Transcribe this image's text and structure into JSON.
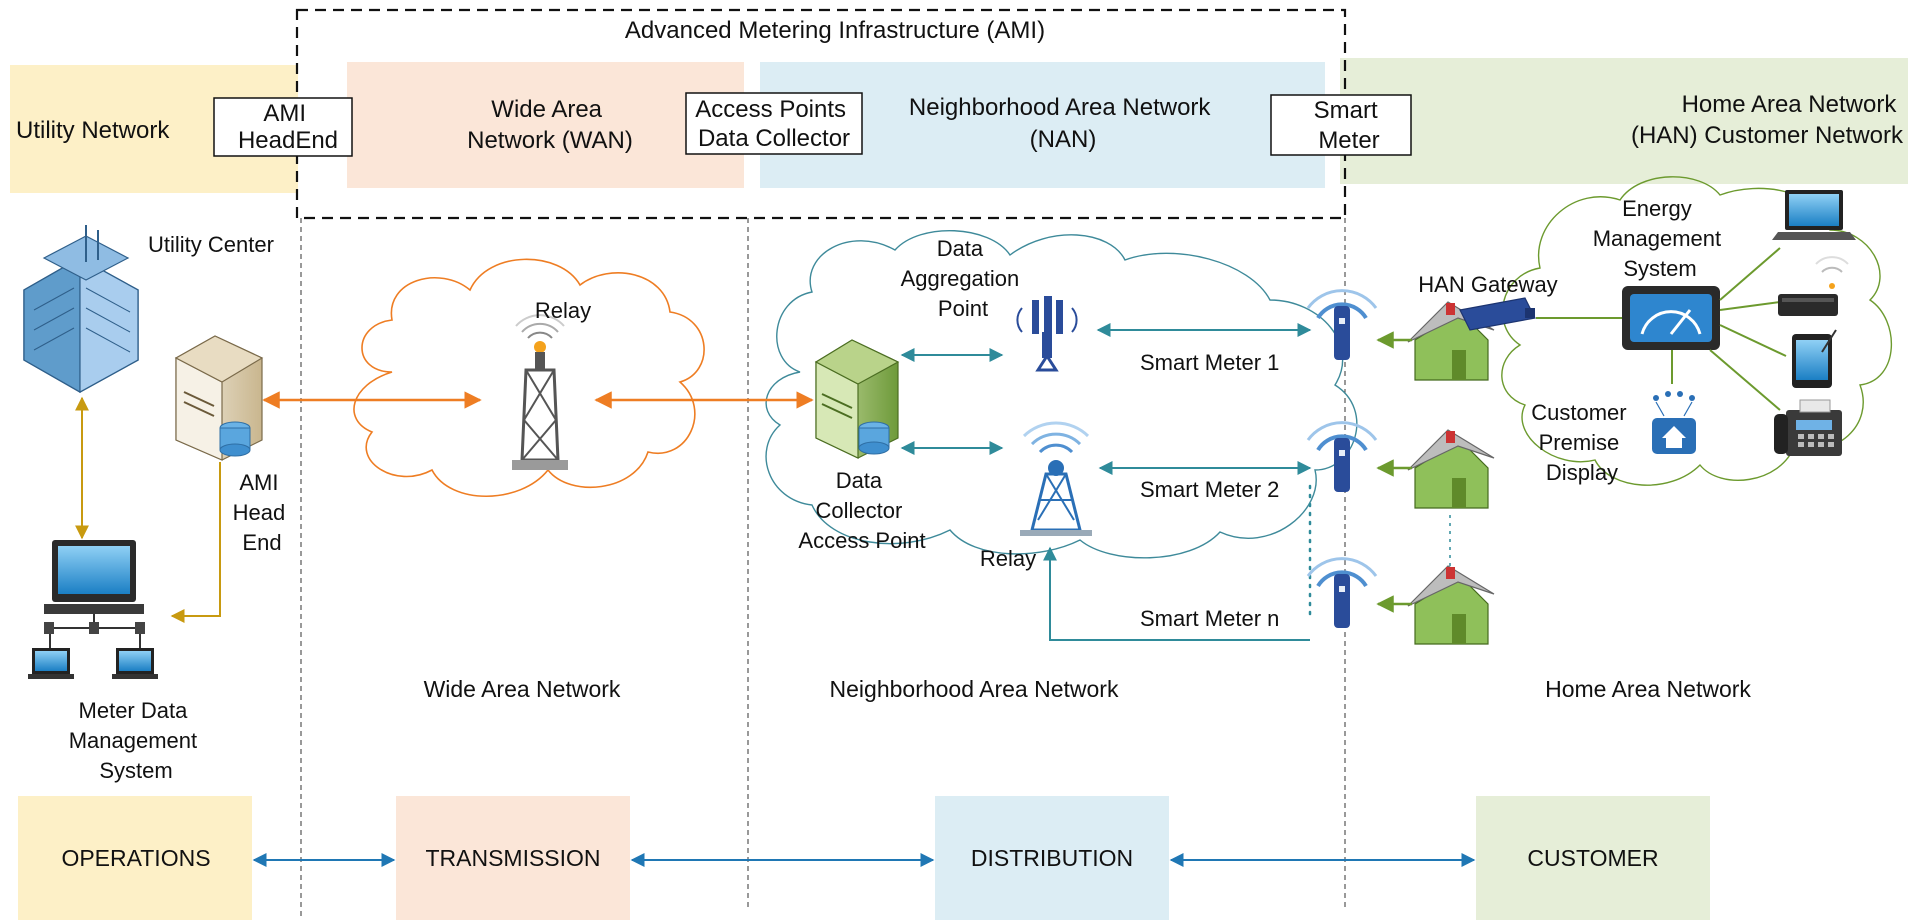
{
  "ami": {
    "title": "Advanced Metering Infrastructure (AMI)"
  },
  "bands": {
    "utility": "Utility Network",
    "ami_headend": [
      "AMI",
      "HeadEnd"
    ],
    "wan": [
      "Wide Area",
      "Network (WAN)"
    ],
    "access_points": [
      "Access Points",
      "Data Collector"
    ],
    "nan": [
      "Neighborhood Area Network",
      "(NAN)"
    ],
    "smart_meter": [
      "Smart",
      "Meter"
    ],
    "han": [
      "Home Area Network",
      "(HAN) Customer Network"
    ]
  },
  "nodes": {
    "utility_center": "Utility Center",
    "ami_head_end": [
      "AMI",
      "Head",
      "End"
    ],
    "mdms": [
      "Meter Data",
      "Management",
      "System"
    ],
    "wan_relay": "Relay",
    "data_aggregation_point": [
      "Data",
      "Aggregation",
      "Point"
    ],
    "data_collector": [
      "Data",
      "Collector",
      "Access Point"
    ],
    "nan_relay": "Relay",
    "smart_meter_1": "Smart Meter 1",
    "smart_meter_2": "Smart Meter 2",
    "smart_meter_n": "Smart Meter n",
    "han_gateway": "HAN Gateway",
    "ems": [
      "Energy",
      "Management",
      "System"
    ],
    "customer_premise_display": [
      "Customer",
      "Premise",
      "Display"
    ]
  },
  "sections": {
    "wan": "Wide Area Network",
    "nan": "Neighborhood Area Network",
    "han": "Home Area Network"
  },
  "domains": {
    "operations": "OPERATIONS",
    "transmission": "TRANSMISSION",
    "distribution": "DISTRIBUTION",
    "customer": "CUSTOMER"
  },
  "colors": {
    "utility": "#fdf0c7",
    "wan": "#fbe6d8",
    "nan": "#dcedf4",
    "han": "#e6eed8",
    "orange": "#ee7d23",
    "gold": "#c89a10",
    "teal": "#2f8b9a",
    "blue": "#1f77b4",
    "green": "#6c9a2e",
    "navy": "#2a4c9a"
  }
}
